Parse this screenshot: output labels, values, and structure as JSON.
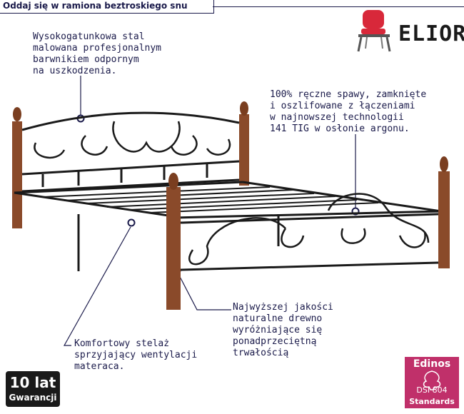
{
  "banner": {
    "title": "Oddaj się w ramiona beztroskiego snu"
  },
  "brand": {
    "name": "ELIOR",
    "logo_icon": "red-chair-icon"
  },
  "annotations": {
    "steel": "Wysokogatunkowa stal\nmalowana profesjonalnym\nbarwnikiem odpornym\nna uszkodzenia.",
    "welds": "100% ręczne spawy, zamknięte\ni oszlifowane z łączeniami\nw najnowszej technologii\n141 TIG w osłonie argonu.",
    "wood": "Najwyższej jakości\nnaturalne drewno\nwyróżniające się\nponadprzeciętną\ntrwałością",
    "slats": "Komfortowy stelaż\nsprzyjający wentylacji\nmateraca."
  },
  "badges": {
    "warranty_big": "10 lat",
    "warranty_small": "Gwarancji",
    "edinos_title": "Edinos",
    "edinos_codes": "DSI 804",
    "edinos_standards": "Standards"
  },
  "colors": {
    "text": "#1a1a4a",
    "wood": "#8a4a2a",
    "frame": "#1a1a1a",
    "edinos": "#c0306a",
    "chair_red": "#d8283a"
  }
}
